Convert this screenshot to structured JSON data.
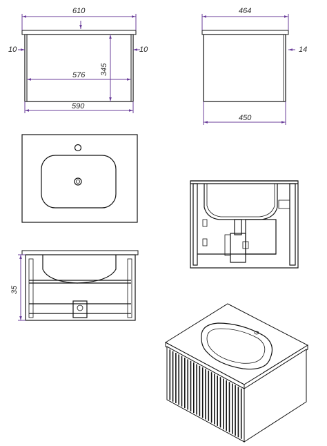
{
  "dimensions": {
    "front_top_width": "610",
    "front_side_left": "10",
    "front_side_right": "10",
    "front_height": "345",
    "front_inner_width": "576",
    "front_bottom_width": "590",
    "side_top_depth": "464",
    "side_top_thickness": "14",
    "side_bottom_depth": "450",
    "rear_height": "35"
  },
  "colors": {
    "dimension_line": "#6a3d9a",
    "outline": "#111111",
    "text": "#222222"
  }
}
